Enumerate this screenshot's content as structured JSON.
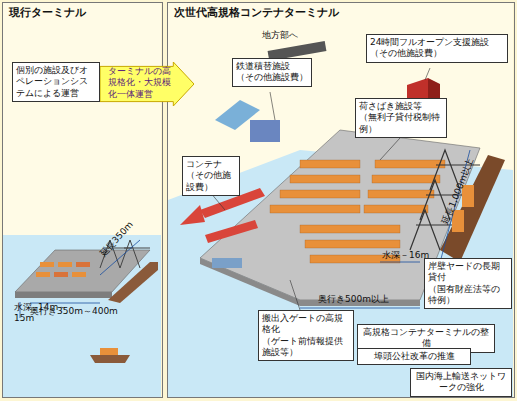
{
  "diagram": {
    "nodes": [
      {
        "text": [
          "現行ターミナル"
        ]
      },
      {
        "text": [
          "個別の施設及びオペレーションシステムによる運営"
        ],
        "in": 0
      },
      {
        "text": [
          "ターミナルの高規格化・大規模化一体運営"
        ]
      },
      {
        "text": [
          "次世代高規格コンテナターミナル"
        ]
      },
      {
        "text": [
          "鉄道積替施設",
          "（その他施設費）"
        ],
        "in": 3
      },
      {
        "text": [
          "24時間フルオープン支援施設",
          "（その他施設費）"
        ],
        "in": 3
      },
      {
        "text": [
          "荷さばき施設等",
          "（無利子貸付税制特例）"
        ],
        "in": 3
      },
      {
        "text": [
          "コンテナ",
          "（その他施設費）"
        ],
        "in": 3
      },
      {
        "text": [
          "岸壁ヤードの長期貸付",
          "（国有財産法等の特例）"
        ],
        "in": 3
      },
      {
        "text": [
          "搬出入ゲートの高規格化",
          "（ゲート前情報提供施設等）"
        ],
        "in": 3
      },
      {
        "text": [
          "高規格コンテナターミナルの整備"
        ],
        "in": 3
      },
      {
        "text": [
          "埠頭公社改革の推進"
        ],
        "in": 3
      },
      {
        "text": [
          "国内海上輸送ネットワークの強化"
        ],
        "in": 3
      }
    ],
    "labels": [
      "水深 -14m～15m",
      "延長350m",
      "奥行き350m～400m",
      "地方部へ",
      "延長1,000m以上",
      "水深－16m",
      "奥行き500m以上"
    ]
  }
}
